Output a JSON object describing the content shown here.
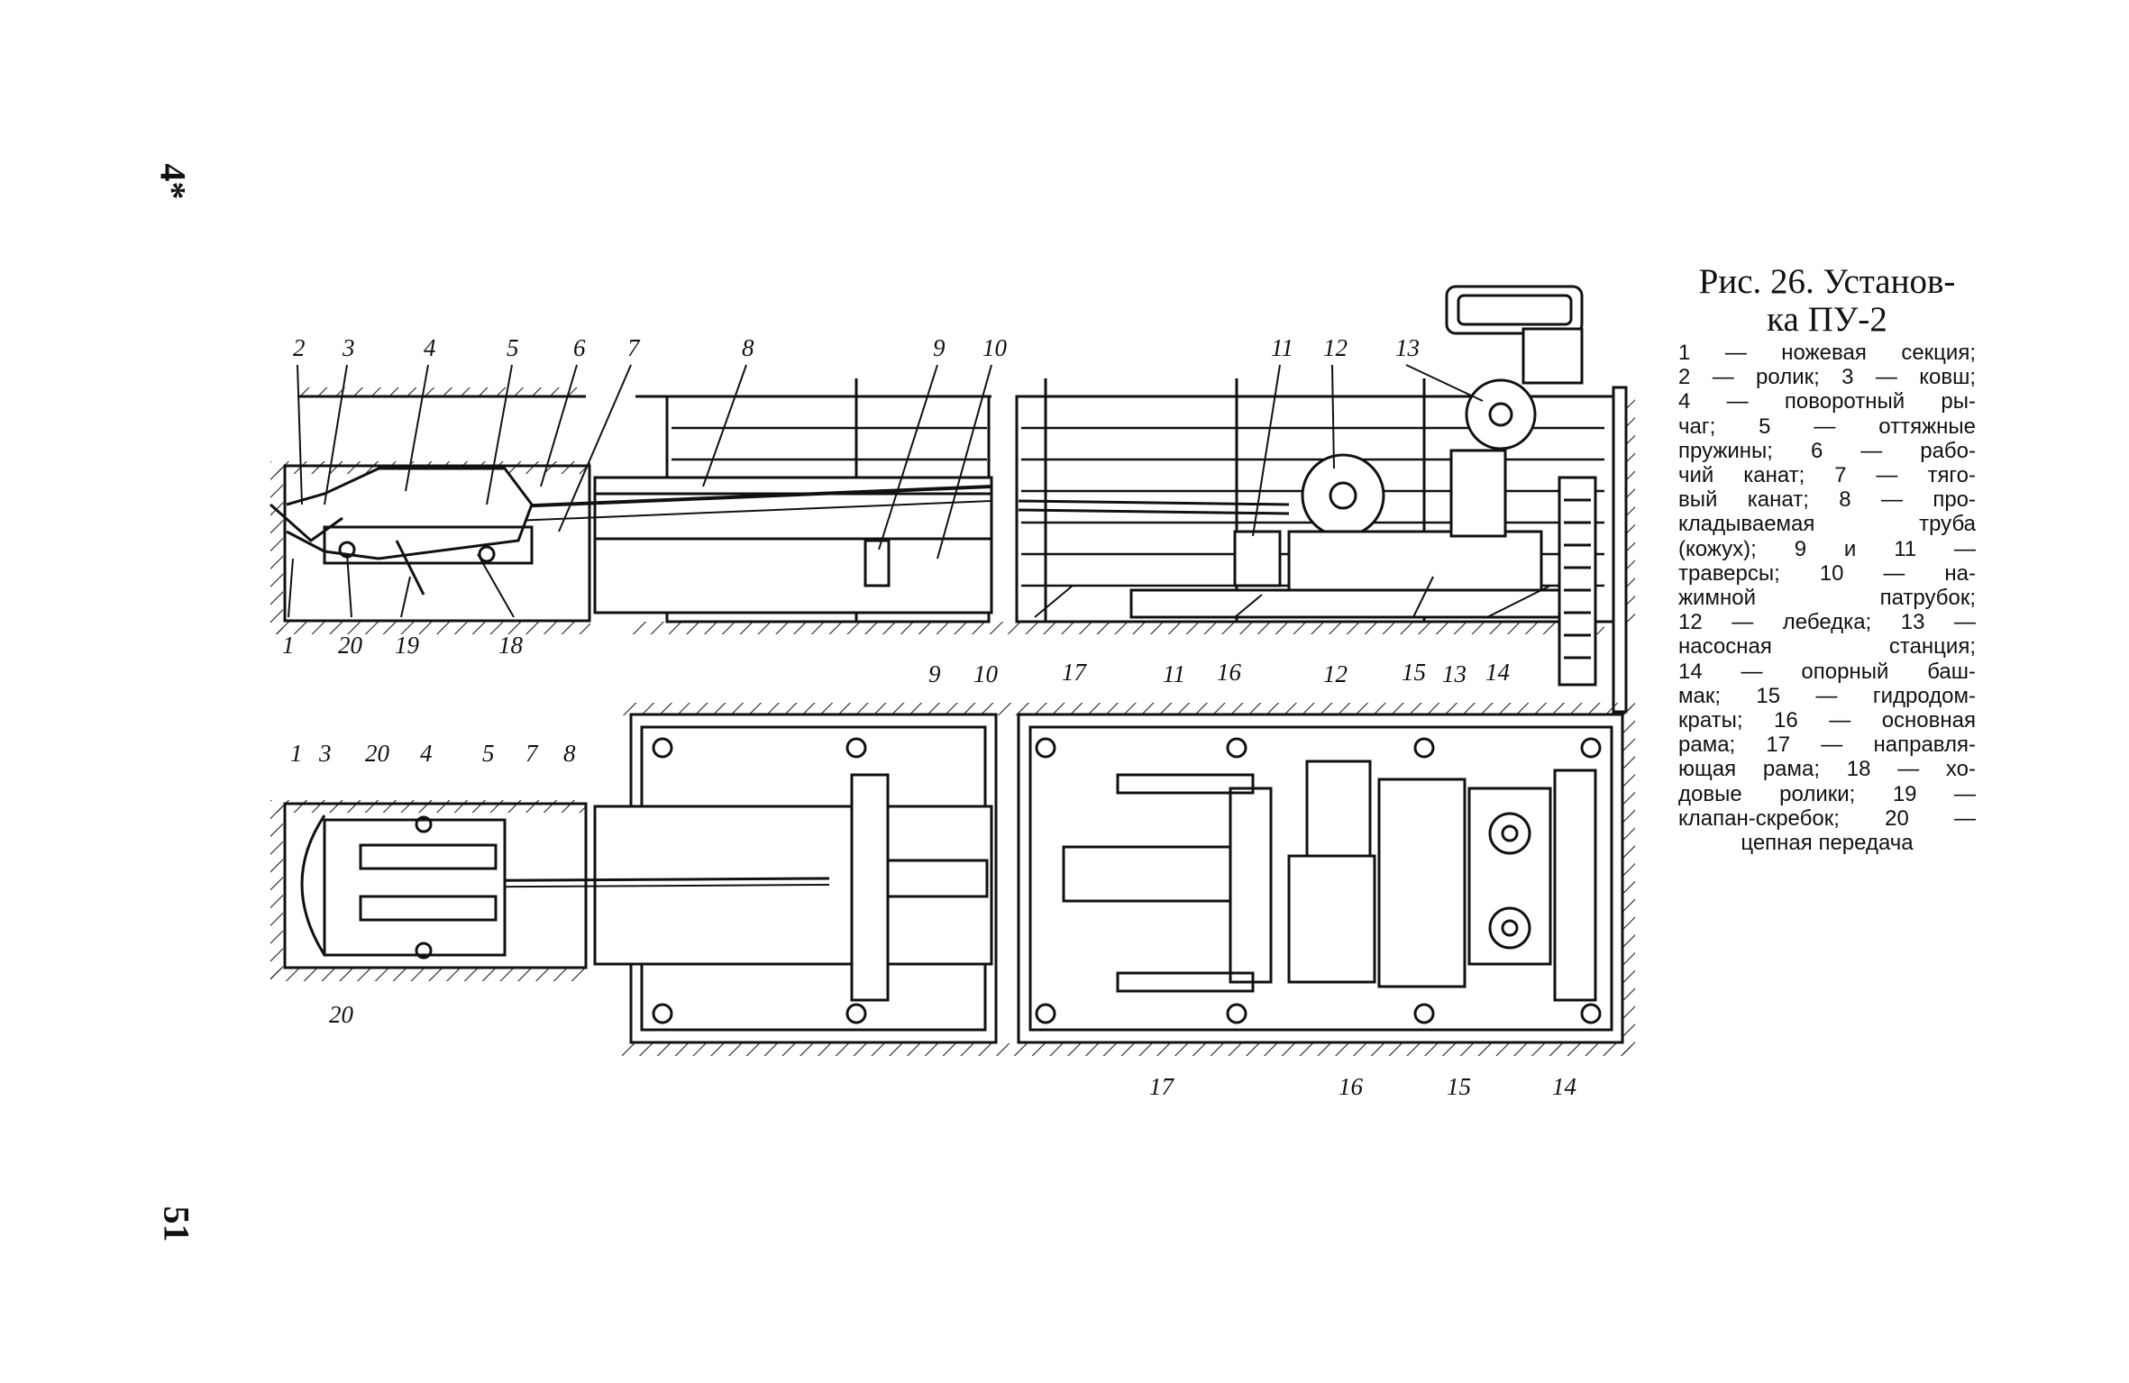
{
  "page": {
    "corner_mark": "4*",
    "page_number": "51"
  },
  "caption": {
    "title_line1": "Рис. 26. Установ-",
    "title_line2": "ка ПУ-2",
    "legend_text": "1 — ножевая секция; 2 — ролик; 3 — ковш; 4 — поворотный рычаг; 5 — оттяжные пружины; 6 — рабочий канат; 7 — тяговый канат; 8 — прокладываемая труба (кожух); 9 и 11 — траверсы; 10 — нажимной патрубок; 12 — лебедка; 13 — насосная станция; 14 — опорный башмак; 15 — гидродомкраты; 16 — основная рама; 17 — направляющая рама; 18 — ходовые ролики; 19 — клапан-скребок; 20 — цепная передача",
    "legend_lines": [
      "1 — ножевая секция;",
      "2 — ролик; 3 — ковш;",
      "4 — поворотный ры-",
      "чаг; 5 — оттяжные",
      "пружины; 6 — рабо-",
      "чий канат; 7 — тяго-",
      "вый канат; 8 — про-",
      "кладываемая труба",
      "(кожух); 9 и 11 —",
      "траверсы; 10 — на-",
      "жимной патрубок;",
      "12 — лебедка; 13 —",
      "насосная станция;",
      "14 — опорный баш-",
      "мак; 15 — гидродом-",
      "краты; 16 — основная",
      "рама; 17 — направля-",
      "ющая рама; 18 — хо-",
      "довые ролики; 19 —",
      "клапан-скребок; 20 —",
      "цепная передача"
    ]
  },
  "labels": {
    "side": {
      "l1": "1",
      "l2": "2",
      "l3": "3",
      "l4": "4",
      "l5": "5",
      "l6": "6",
      "l7": "7",
      "l8": "8",
      "l9": "9",
      "l10": "10",
      "l11": "11",
      "l12": "12",
      "l13": "13",
      "l14": "14",
      "l15": "15",
      "l16": "16",
      "l17": "17",
      "l18": "18",
      "l19": "19",
      "l20": "20"
    },
    "plan": {
      "l1": "1",
      "l3": "3",
      "l20a": "20",
      "l20b": "20",
      "l4": "4",
      "l5": "5",
      "l7": "7",
      "l8": "8",
      "l9": "9",
      "l10": "10",
      "l11": "11",
      "l12": "12",
      "l13": "13",
      "l17": "17",
      "l16": "16",
      "l15": "15",
      "l14": "14"
    }
  }
}
